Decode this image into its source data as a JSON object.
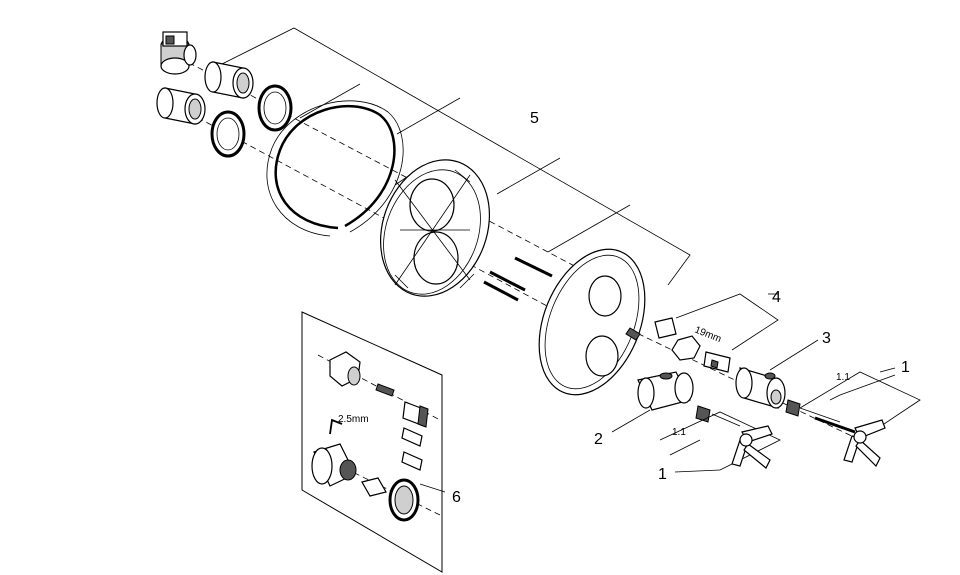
{
  "callouts": {
    "c1a": "1",
    "c1b": "1",
    "c2": "2",
    "c3": "3",
    "c4": "4",
    "c5": "5",
    "c6": "6"
  },
  "dimensions": {
    "wrench_19": "19mm",
    "hex_key": "2.5mm",
    "sub_1": "1.1",
    "sub_2": "1.1"
  }
}
